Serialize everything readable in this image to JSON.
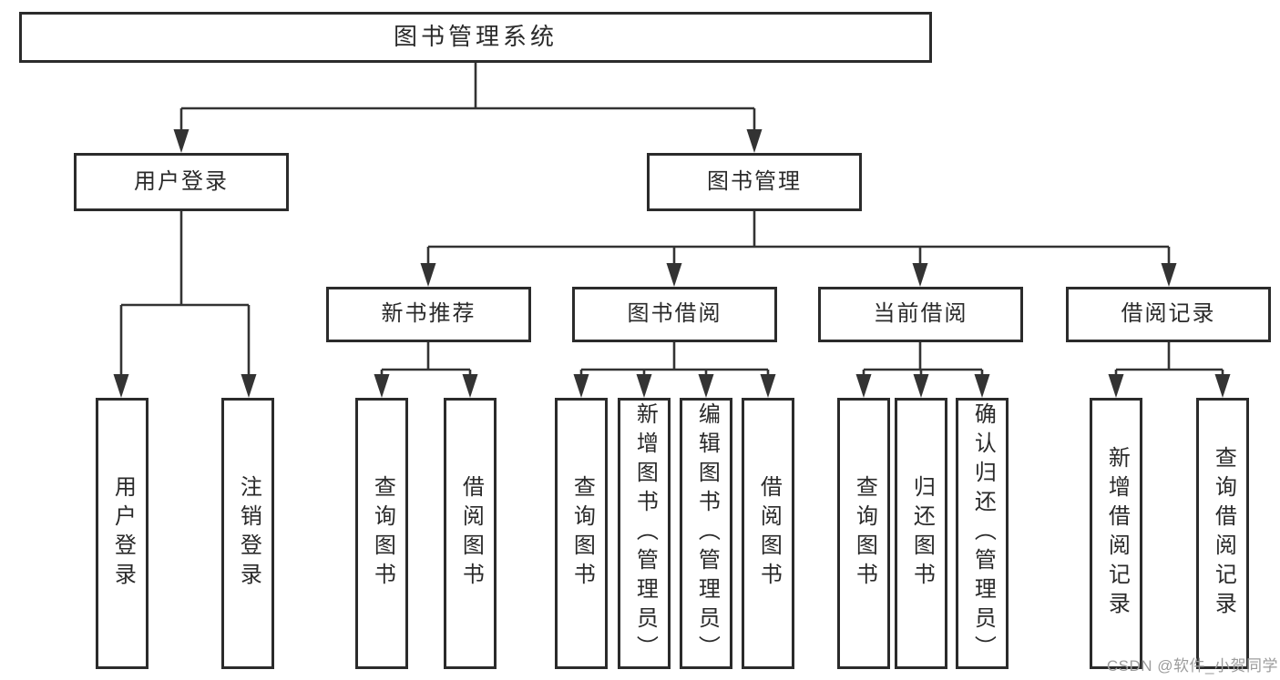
{
  "diagram": {
    "type": "functional-structure-tree",
    "root": {
      "label": "图书管理系统"
    },
    "branches": [
      {
        "label": "用户登录",
        "children": [
          {
            "label": "用户登录"
          },
          {
            "label": "注销登录"
          }
        ]
      },
      {
        "label": "图书管理",
        "children": [
          {
            "label": "新书推荐",
            "children": [
              {
                "label": "查询图书"
              },
              {
                "label": "借阅图书"
              }
            ]
          },
          {
            "label": "图书借阅",
            "children": [
              {
                "label": "查询图书"
              },
              {
                "label": "新增图书（管理员）"
              },
              {
                "label": "编辑图书（管理员）"
              },
              {
                "label": "借阅图书"
              }
            ]
          },
          {
            "label": "当前借阅",
            "children": [
              {
                "label": "查询图书"
              },
              {
                "label": "归还图书"
              },
              {
                "label": "确认归还（管理员）"
              }
            ]
          },
          {
            "label": "借阅记录",
            "children": [
              {
                "label": "新增借阅记录"
              },
              {
                "label": "查询借阅记录"
              }
            ]
          }
        ]
      }
    ]
  },
  "watermark": {
    "text": "CSDN @软件_小贺同学"
  },
  "colors": {
    "line": "#333333",
    "border": "#2b2b2b",
    "text": "#2a2a2a",
    "watermark": "#9c9c9c",
    "background": "#ffffff"
  }
}
